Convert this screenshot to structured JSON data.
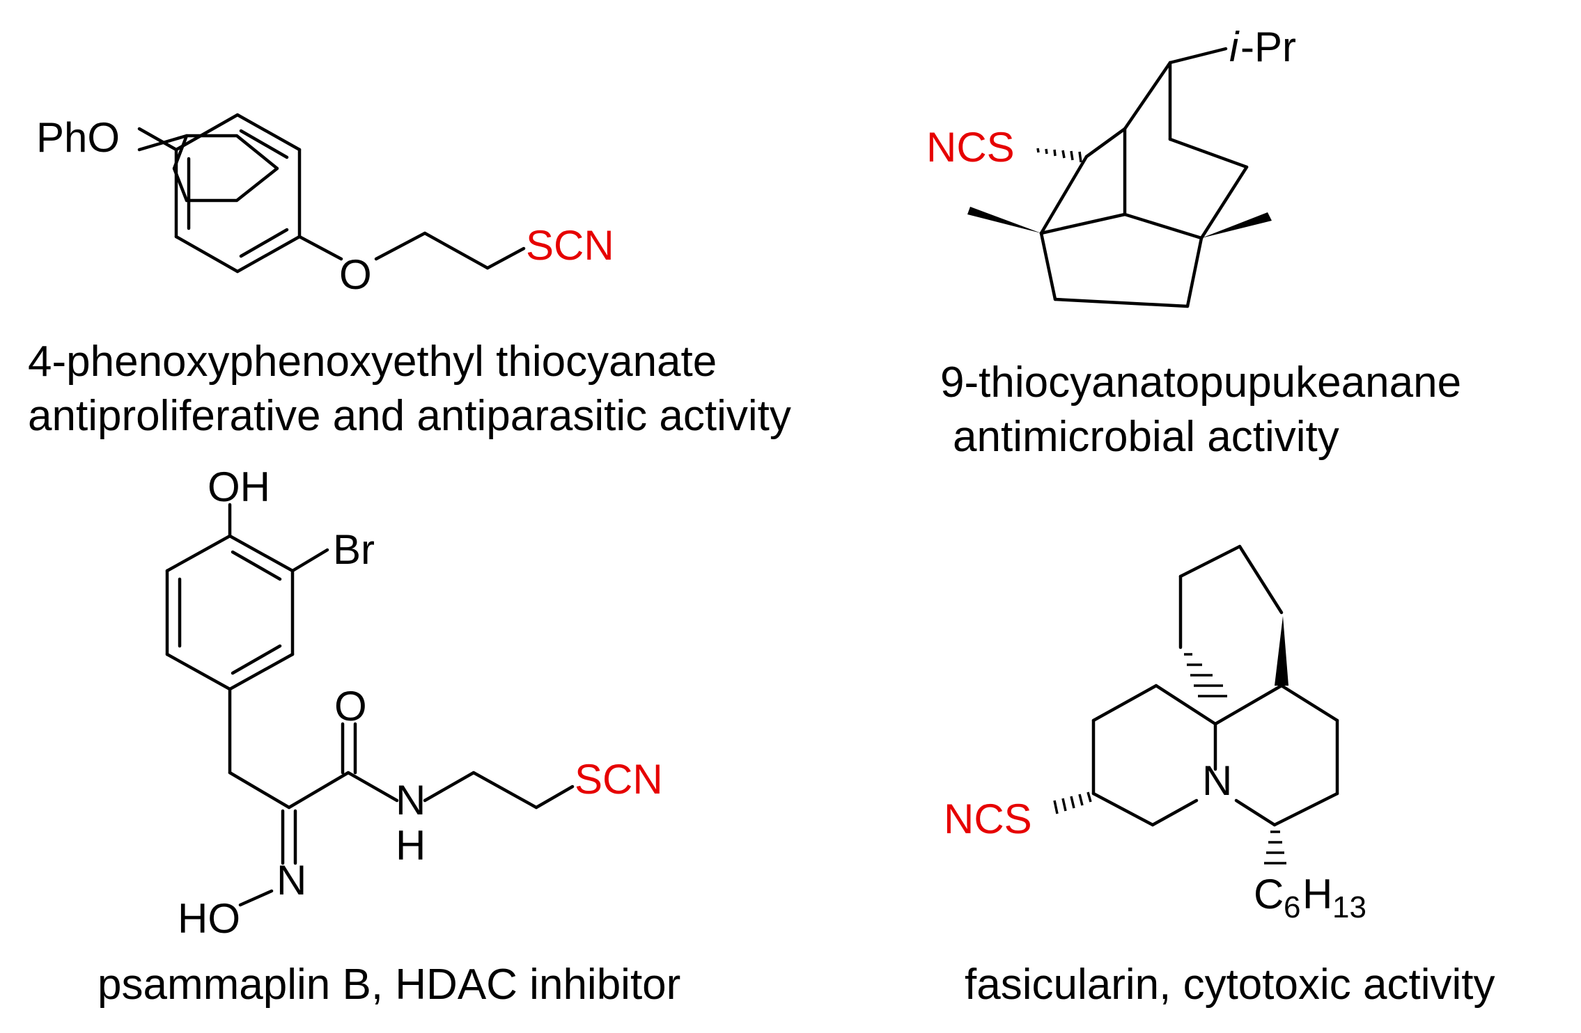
{
  "figure": {
    "compounds": [
      {
        "atoms": {
          "pho": "PhO",
          "o": "O",
          "scn": "SCN"
        },
        "captions": [
          "4-phenoxyphenoxyethyl thiocyanate",
          "antiproliferative and antiparasitic activity"
        ]
      },
      {
        "atoms": {
          "ipr_i": "i",
          "ipr_rest": "-Pr",
          "ncs": "NCS"
        },
        "captions": [
          "9-thiocyanatopupukeanane",
          "antimicrobial activity"
        ]
      },
      {
        "atoms": {
          "oh": "OH",
          "br": "Br",
          "carbonyl_o": "O",
          "n_amide": "N",
          "h_amide": "H",
          "n_oxime": "N",
          "ho": "HO",
          "scn": "SCN"
        },
        "captions": [
          "psammaplin B, HDAC inhibitor"
        ]
      },
      {
        "atoms": {
          "ncs": "NCS",
          "n_ring": "N",
          "c": "C",
          "c_sub": "6",
          "h": "H",
          "h_sub": "13"
        },
        "captions": [
          "fasicularin, cytotoxic activity"
        ]
      }
    ],
    "colors": {
      "thiocyanate": "#e60000",
      "bonds": "#000000"
    }
  }
}
